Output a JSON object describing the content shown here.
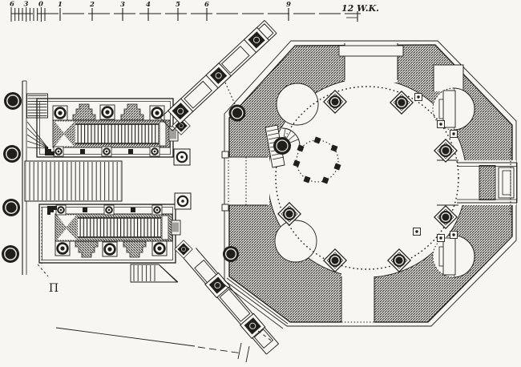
{
  "figure": {
    "kind": "engraved architectural floor plan",
    "buildings": {
      "right": "octagonal domed rotunda with ring of columns",
      "left": "twin-hall wing with porticoes and staircases"
    }
  },
  "scale_bar": {
    "sub_labels": [
      "6",
      "3",
      "0"
    ],
    "major_labels": [
      "1",
      "2",
      "3",
      "4",
      "5",
      "6",
      "9"
    ],
    "unit_label": "12 W.K."
  },
  "plan_mark": "Π",
  "colors": {
    "paper": "#f8f6f0",
    "ink": "#201f1a",
    "hatch_wall": "#26251f",
    "ring_light": "#e8e5dc"
  }
}
